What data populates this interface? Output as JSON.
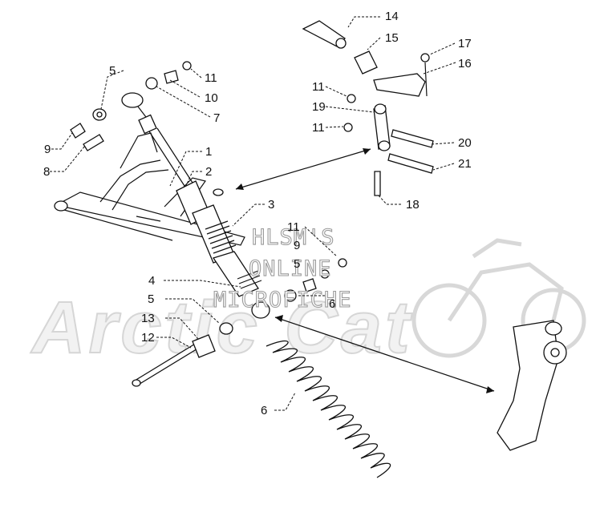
{
  "watermark": {
    "brand": "Arctic Cat",
    "lines": [
      "HLSM'S",
      "ONLINE",
      "MICROFICHE"
    ]
  },
  "callouts": [
    {
      "id": "1",
      "label": "1"
    },
    {
      "id": "2",
      "label": "2"
    },
    {
      "id": "3",
      "label": "3"
    },
    {
      "id": "4",
      "label": "4"
    },
    {
      "id": "5a",
      "label": "5"
    },
    {
      "id": "5b",
      "label": "5"
    },
    {
      "id": "5c",
      "label": "5"
    },
    {
      "id": "6a",
      "label": "6"
    },
    {
      "id": "6b",
      "label": "6"
    },
    {
      "id": "7",
      "label": "7"
    },
    {
      "id": "8",
      "label": "8"
    },
    {
      "id": "9a",
      "label": "9"
    },
    {
      "id": "9b",
      "label": "9"
    },
    {
      "id": "10",
      "label": "10"
    },
    {
      "id": "11a",
      "label": "11"
    },
    {
      "id": "11b",
      "label": "11"
    },
    {
      "id": "11c",
      "label": "11"
    },
    {
      "id": "11d",
      "label": "11"
    },
    {
      "id": "12",
      "label": "12"
    },
    {
      "id": "13",
      "label": "13"
    },
    {
      "id": "14",
      "label": "14"
    },
    {
      "id": "15",
      "label": "15"
    },
    {
      "id": "16",
      "label": "16"
    },
    {
      "id": "17",
      "label": "17"
    },
    {
      "id": "18",
      "label": "18"
    },
    {
      "id": "19",
      "label": "19"
    },
    {
      "id": "20",
      "label": "20"
    },
    {
      "id": "21",
      "label": "21"
    }
  ]
}
